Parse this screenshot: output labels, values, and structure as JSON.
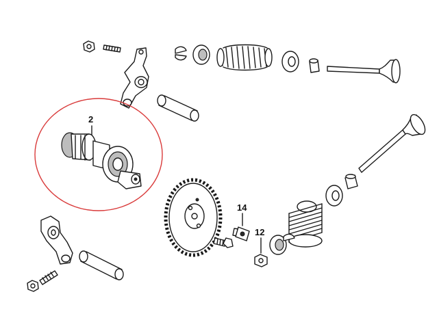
{
  "diagram": {
    "labels": {
      "camshaft": "2",
      "bolt": "14",
      "nut": "12"
    },
    "colors": {
      "line": "#1a1a1a",
      "highlight_ring": "#d93a3a",
      "background": "#ffffff"
    }
  }
}
